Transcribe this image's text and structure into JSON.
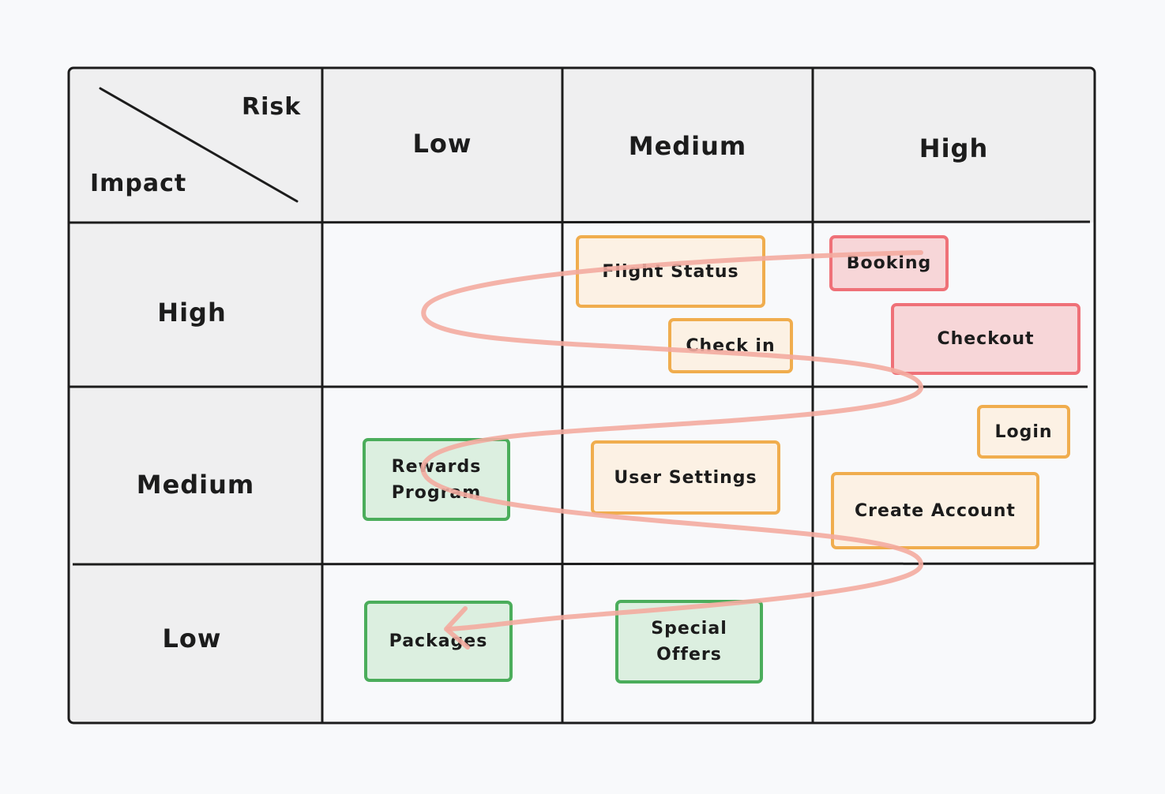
{
  "corner": {
    "top_label": "Risk",
    "bottom_label": "Impact"
  },
  "columns": [
    {
      "id": "low",
      "label": "Low"
    },
    {
      "id": "medium",
      "label": "Medium"
    },
    {
      "id": "high",
      "label": "High"
    }
  ],
  "rows": [
    {
      "id": "high",
      "label": "High"
    },
    {
      "id": "medium",
      "label": "Medium"
    },
    {
      "id": "low",
      "label": "Low"
    }
  ],
  "cards": [
    {
      "id": "flight-status",
      "label": "Flight Status",
      "risk": "medium",
      "impact": "high",
      "status": "orange"
    },
    {
      "id": "check-in",
      "label": "Check in",
      "risk": "medium",
      "impact": "high",
      "status": "orange"
    },
    {
      "id": "booking",
      "label": "Booking",
      "risk": "high",
      "impact": "high",
      "status": "red"
    },
    {
      "id": "checkout",
      "label": "Checkout",
      "risk": "high",
      "impact": "high",
      "status": "red"
    },
    {
      "id": "rewards-program",
      "label": "Rewards\nProgram",
      "risk": "low",
      "impact": "medium",
      "status": "green"
    },
    {
      "id": "user-settings",
      "label": "User Settings",
      "risk": "medium",
      "impact": "medium",
      "status": "orange"
    },
    {
      "id": "login",
      "label": "Login",
      "risk": "high",
      "impact": "medium",
      "status": "orange"
    },
    {
      "id": "create-account",
      "label": "Create Account",
      "risk": "high",
      "impact": "medium",
      "status": "orange"
    },
    {
      "id": "packages",
      "label": "Packages",
      "risk": "low",
      "impact": "low",
      "status": "green"
    },
    {
      "id": "special-offers",
      "label": "Special\nOffers",
      "risk": "medium",
      "impact": "low",
      "status": "green"
    }
  ],
  "colors": {
    "orange_fill": "#fcf1e4",
    "orange_border": "#f0ad4e",
    "red_fill": "#f7d6d8",
    "red_border": "#ef7178",
    "green_fill": "#dcefe0",
    "green_border": "#4bad5b",
    "path_stroke": "#f3aba0",
    "grid_line": "#1c1c1c",
    "header_fill": "#efeff0"
  }
}
